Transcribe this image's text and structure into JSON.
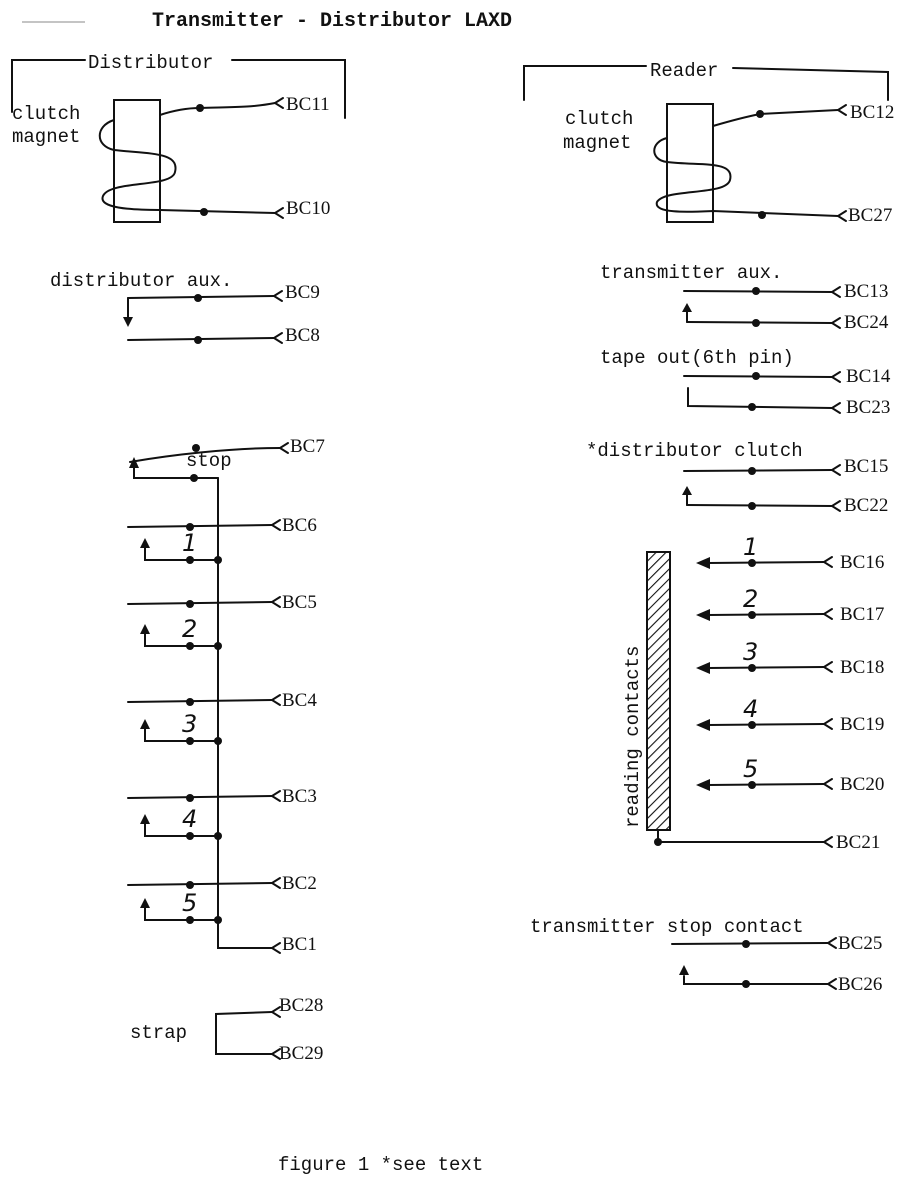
{
  "title": "Transmitter - Distributor LAXD",
  "caption": "figure 1 *see text",
  "distributor": {
    "heading": "Distributor",
    "clutch_label_1": "clutch",
    "clutch_label_2": "magnet",
    "clutch_terminals": [
      "BC11",
      "BC10"
    ],
    "aux_label": "distributor aux.",
    "aux_terminals": [
      "BC9",
      "BC8"
    ],
    "stop_label": "stop",
    "stop_terminal": "BC7",
    "contacts": [
      {
        "number": "1",
        "upper": "BC6"
      },
      {
        "number": "2",
        "upper": "BC5"
      },
      {
        "number": "3",
        "upper": "BC4"
      },
      {
        "number": "4",
        "upper": "BC3"
      },
      {
        "number": "5",
        "upper": "BC2"
      }
    ],
    "common_terminal": "BC1",
    "strap_label": "strap",
    "strap_terminals": [
      "BC28",
      "BC29"
    ]
  },
  "reader": {
    "heading": "Reader",
    "clutch_label_1": "clutch",
    "clutch_label_2": "magnet",
    "clutch_terminals": [
      "BC12",
      "BC27"
    ],
    "transmitter_aux_label": "transmitter aux.",
    "transmitter_aux_terminals": [
      "BC13",
      "BC24"
    ],
    "tape_out_label": "tape out(6th pin)",
    "tape_out_terminals": [
      "BC14",
      "BC23"
    ],
    "dist_clutch_label": "*distributor clutch",
    "dist_clutch_terminals": [
      "BC15",
      "BC22"
    ],
    "reading_contacts_label": "reading contacts",
    "reading_contacts": [
      {
        "number": "1",
        "terminal": "BC16"
      },
      {
        "number": "2",
        "terminal": "BC17"
      },
      {
        "number": "3",
        "terminal": "BC18"
      },
      {
        "number": "4",
        "terminal": "BC19"
      },
      {
        "number": "5",
        "terminal": "BC20"
      }
    ],
    "reading_common_terminal": "BC21",
    "stop_contact_label": "transmitter stop contact",
    "stop_contact_terminals": [
      "BC25",
      "BC26"
    ]
  }
}
